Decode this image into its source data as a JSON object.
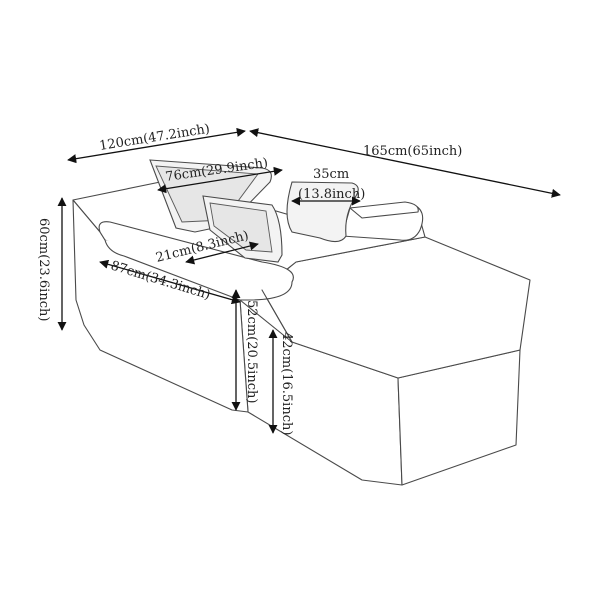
{
  "dimensions": {
    "overall_width": "120cm(47.2inch)",
    "overall_length": "165cm(65inch)",
    "backrest_width": "76cm(29.9inch)",
    "pillow_size_a": "35cm",
    "pillow_size_b": "(13.8inch)",
    "armrest_width": "21cm(8.3inch)",
    "seat_depth": "87cm(34.3inch)",
    "overall_height": "60cm(23.6inch)",
    "armrest_height": "52cm(20.5inch)",
    "seat_height": "42cm(16.5inch)"
  }
}
